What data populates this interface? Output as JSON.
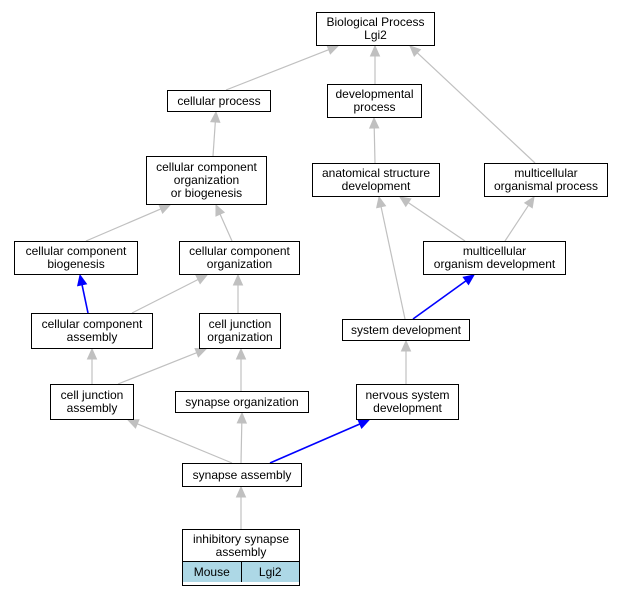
{
  "colors": {
    "edge_default": "#c0c0c0",
    "edge_highlight": "#0000ff",
    "tag_fill": "#add8e6",
    "node_border": "#000000"
  },
  "nodes": {
    "bp": {
      "lines": [
        "Biological Process",
        "Lgi2"
      ]
    },
    "cp": {
      "lines": [
        "cellular process"
      ]
    },
    "dp": {
      "lines": [
        "developmental",
        "process"
      ]
    },
    "ccob": {
      "lines": [
        "cellular component",
        "organization",
        "or biogenesis"
      ]
    },
    "asd": {
      "lines": [
        "anatomical structure",
        "development"
      ]
    },
    "mop": {
      "lines": [
        "multicellular",
        "organismal process"
      ]
    },
    "ccb": {
      "lines": [
        "cellular component",
        "biogenesis"
      ]
    },
    "cco": {
      "lines": [
        "cellular component",
        "organization"
      ]
    },
    "mod": {
      "lines": [
        "multicellular",
        "organism development"
      ]
    },
    "cca": {
      "lines": [
        "cellular component",
        "assembly"
      ]
    },
    "cjo": {
      "lines": [
        "cell junction",
        "organization"
      ]
    },
    "sd": {
      "lines": [
        "system development"
      ]
    },
    "cja": {
      "lines": [
        "cell junction",
        "assembly"
      ]
    },
    "so": {
      "lines": [
        "synapse organization"
      ]
    },
    "nsd": {
      "lines": [
        "nervous system",
        "development"
      ]
    },
    "sa": {
      "lines": [
        "synapse assembly"
      ]
    }
  },
  "leaf": {
    "lines": [
      "inhibitory synapse",
      "assembly"
    ],
    "tags": [
      "Mouse",
      "Lgi2"
    ]
  },
  "edges": [
    {
      "from": "cp",
      "to": "bp",
      "highlight": false
    },
    {
      "from": "dp",
      "to": "bp",
      "highlight": false
    },
    {
      "from": "mop",
      "to": "bp",
      "highlight": false
    },
    {
      "from": "ccob",
      "to": "cp",
      "highlight": false
    },
    {
      "from": "asd",
      "to": "dp",
      "highlight": false
    },
    {
      "from": "ccb",
      "to": "ccob",
      "highlight": false
    },
    {
      "from": "cco",
      "to": "ccob",
      "highlight": false
    },
    {
      "from": "mod",
      "to": "asd",
      "highlight": false
    },
    {
      "from": "mod",
      "to": "mop",
      "highlight": false
    },
    {
      "from": "cca",
      "to": "ccb",
      "highlight": true
    },
    {
      "from": "cca",
      "to": "cco",
      "highlight": false
    },
    {
      "from": "cjo",
      "to": "cco",
      "highlight": false
    },
    {
      "from": "sd",
      "to": "asd",
      "highlight": false
    },
    {
      "from": "sd",
      "to": "mod",
      "highlight": true
    },
    {
      "from": "cja",
      "to": "cca",
      "highlight": false
    },
    {
      "from": "cja",
      "to": "cjo",
      "highlight": false
    },
    {
      "from": "so",
      "to": "cjo",
      "highlight": false
    },
    {
      "from": "nsd",
      "to": "sd",
      "highlight": false
    },
    {
      "from": "sa",
      "to": "cja",
      "highlight": false
    },
    {
      "from": "sa",
      "to": "so",
      "highlight": false
    },
    {
      "from": "sa",
      "to": "nsd",
      "highlight": true
    },
    {
      "from": "leaf",
      "to": "sa",
      "highlight": false
    }
  ]
}
